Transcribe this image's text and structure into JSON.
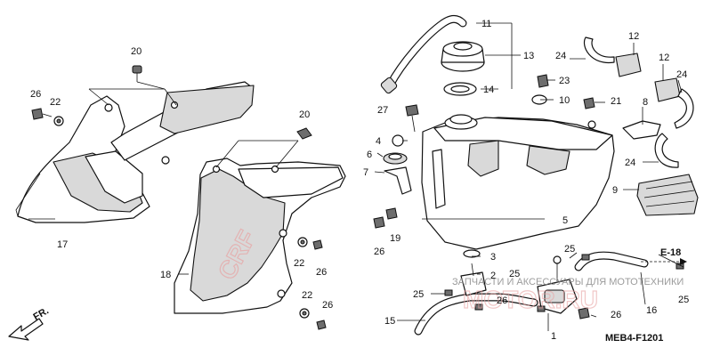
{
  "diagram": {
    "callouts": {
      "n1": "1",
      "n2": "2",
      "n3": "3",
      "n4": "4",
      "n5": "5",
      "n6": "6",
      "n7": "7",
      "n8": "8",
      "n9": "9",
      "n10": "10",
      "n11": "11",
      "n12a": "12",
      "n12b": "12",
      "n13": "13",
      "n14": "14",
      "n15": "15",
      "n16": "16",
      "n17": "17",
      "n18": "18",
      "n19": "19",
      "n20a": "20",
      "n20b": "20",
      "n21": "21",
      "n22a": "22",
      "n22b": "22",
      "n22c": "22",
      "n23": "23",
      "n24a": "24",
      "n24b": "24",
      "n24c": "24",
      "n25a": "25",
      "n25b": "25",
      "n25c": "25",
      "n25d": "25",
      "n26a": "26",
      "n26b": "26",
      "n26c": "26",
      "n26d": "26",
      "n26e": "26",
      "n26f": "26",
      "n27": "27"
    },
    "reference": "E-18",
    "direction_label": "FR.",
    "figure_code": "MEB4-F1201",
    "watermark_text": "ЗАПЧАСТИ И АКСЕССУАРЫ ДЛЯ МОТОТЕХНИКИ",
    "watermark_logo": "MOTOR.RU",
    "shroud_graphic_text": "CRF"
  }
}
